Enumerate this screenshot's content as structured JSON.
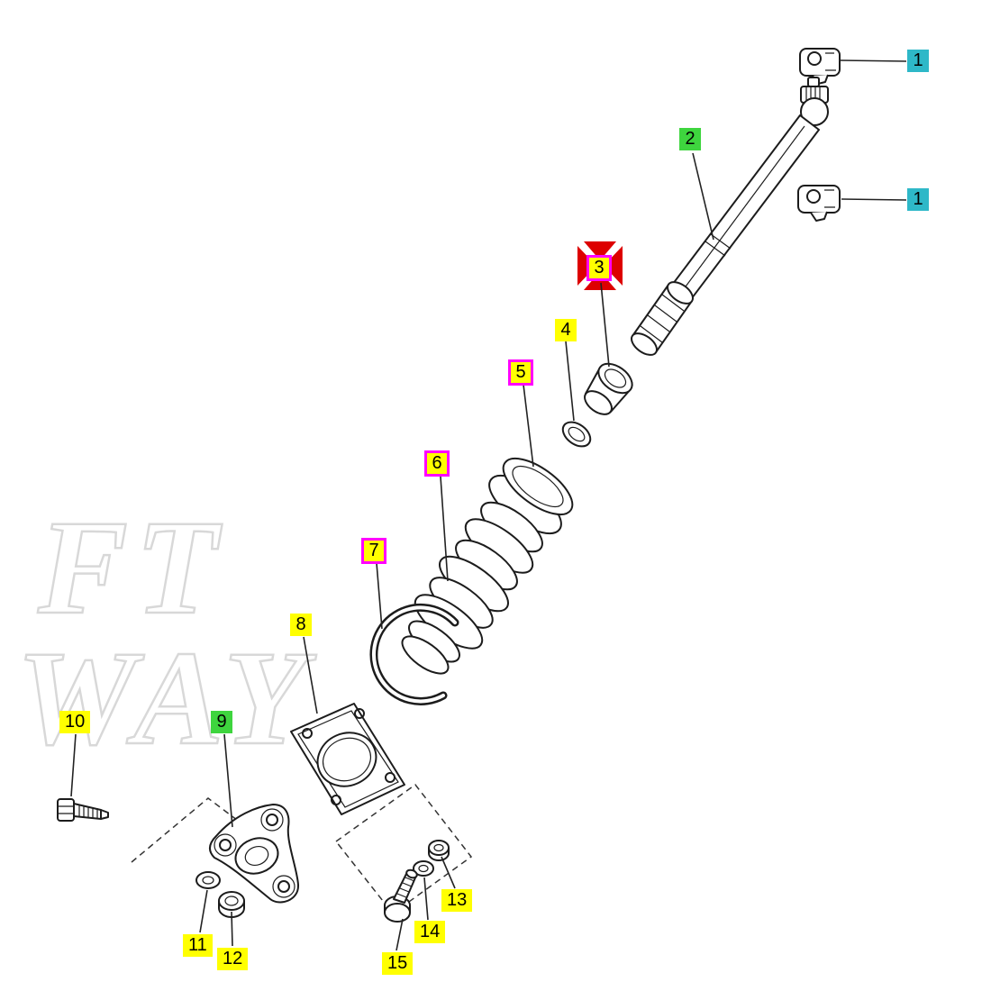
{
  "title": "exploded parts diagram",
  "watermark": {
    "line1": "FT",
    "line2": "WAY"
  },
  "labels": [
    {
      "id": "1a",
      "text": "1",
      "variant": "cyan"
    },
    {
      "id": "1b",
      "text": "1",
      "variant": "cyan"
    },
    {
      "id": "2",
      "text": "2",
      "variant": "green"
    },
    {
      "id": "3",
      "text": "3",
      "variant": "outlined"
    },
    {
      "id": "4",
      "text": "4",
      "variant": "yellow"
    },
    {
      "id": "5",
      "text": "5",
      "variant": "outlined"
    },
    {
      "id": "6",
      "text": "6",
      "variant": "outlined"
    },
    {
      "id": "7",
      "text": "7",
      "variant": "outlined"
    },
    {
      "id": "8",
      "text": "8",
      "variant": "yellow"
    },
    {
      "id": "9",
      "text": "9",
      "variant": "green"
    },
    {
      "id": "10",
      "text": "10",
      "variant": "yellow"
    },
    {
      "id": "11",
      "text": "11",
      "variant": "yellow"
    },
    {
      "id": "12",
      "text": "12",
      "variant": "yellow"
    },
    {
      "id": "13",
      "text": "13",
      "variant": "yellow"
    },
    {
      "id": "14",
      "text": "14",
      "variant": "yellow"
    },
    {
      "id": "15",
      "text": "15",
      "variant": "yellow"
    }
  ],
  "icons": {
    "hazard": "maltese-cross-icon"
  },
  "parts": [
    "retaining-clamp",
    "retaining-clamp",
    "steering-shaft",
    "spline-coupling",
    "bushing",
    "seal-ring",
    "boot-seat-ring",
    "rubber-boot",
    "retaining-clip",
    "mounting-plate",
    "coupling-bracket",
    "plug-bolt",
    "washer",
    "nut",
    "washer",
    "washer",
    "bolt"
  ],
  "colors": {
    "label_cyan": "#2eb8c8",
    "label_green": "#3ed53e",
    "label_yellow": "#ffff00",
    "outline_magenta": "#ff00ff",
    "hazard_red": "#dd0000",
    "line": "#1c1c1c",
    "watermark": "#d8d8d8",
    "background": "#ffffff"
  }
}
